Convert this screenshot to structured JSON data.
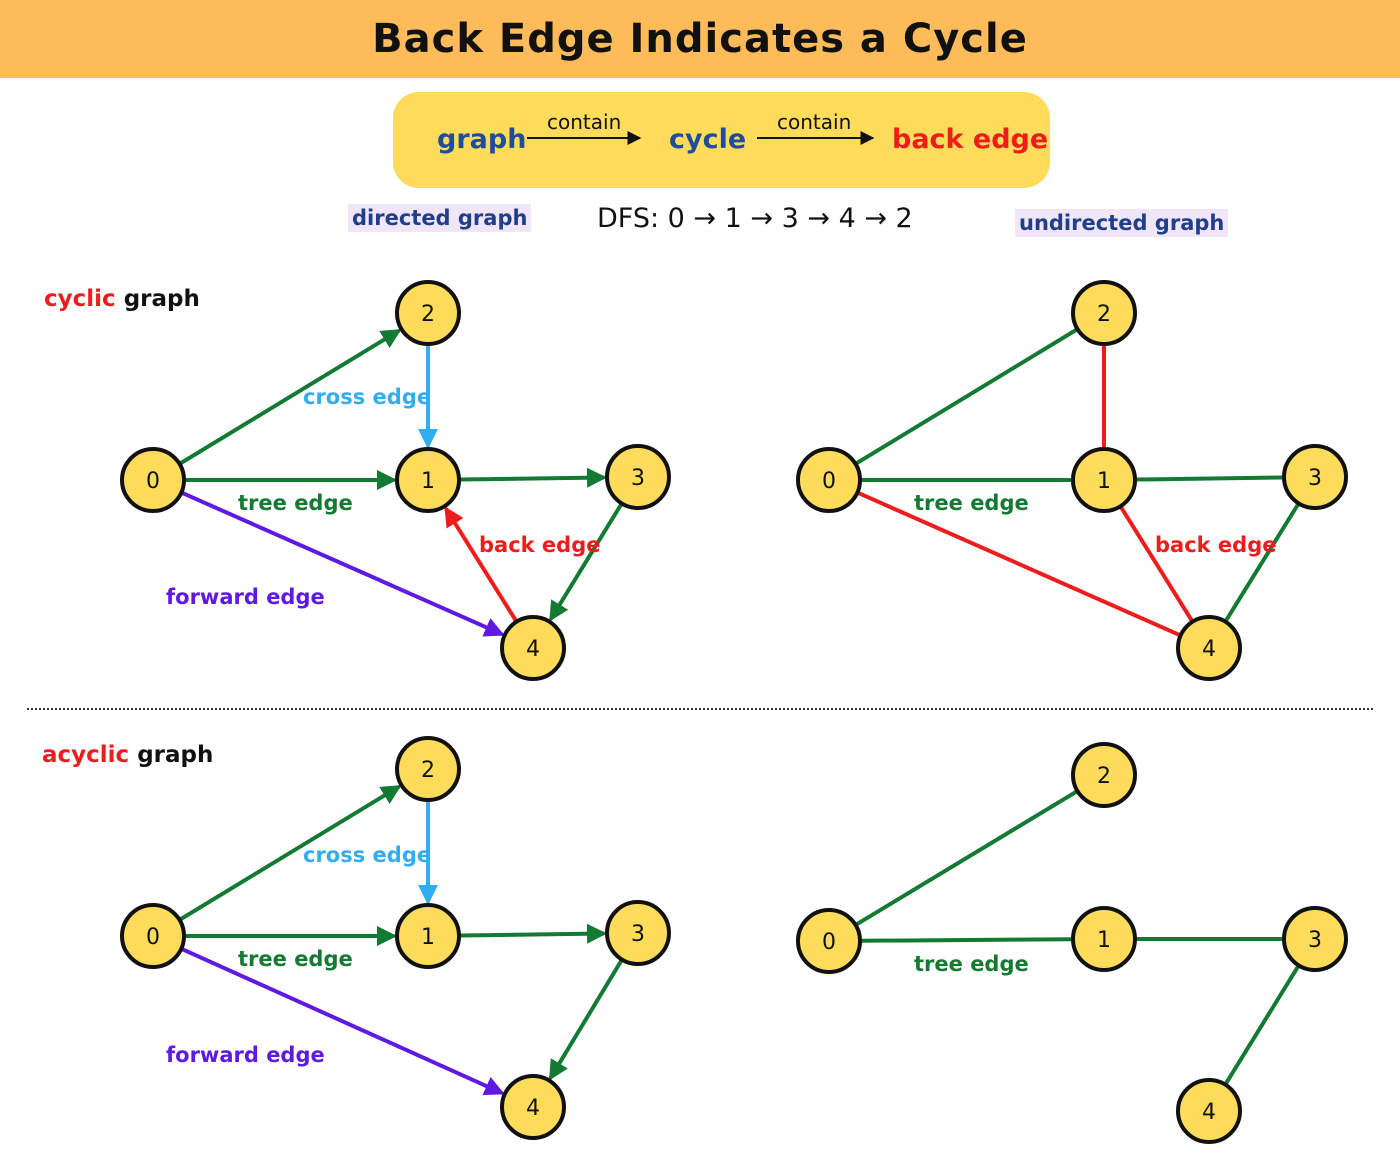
{
  "title": "Back Edge Indicates a Cycle",
  "legend": {
    "graph": "graph",
    "contain_1": "contain",
    "cycle": "cycle",
    "contain_2": "contain",
    "back_edge": "back edge"
  },
  "labels": {
    "directed_graph": "directed graph",
    "undirected_graph": "undirected graph",
    "dfs": "DFS: 0 → 1 → 3 → 4 → 2",
    "cyclic": "cyclic",
    "acyclic": "acyclic",
    "graph_word": "graph"
  },
  "colors": {
    "header_bg": "#FDBB5A",
    "legend_bg": "#FDDC5C",
    "node_fill": "#FDDC5C",
    "tree_edge": "#127A33",
    "back_edge": "#EE1C1C",
    "cross_edge": "#33ADEF",
    "forward_edge": "#6019E3",
    "text_blue": "#1F4C9C"
  },
  "edge_labels": {
    "tree_edge": "tree edge",
    "back_edge": "back edge",
    "cross_edge": "cross edge",
    "forward_edge": "forward edge"
  },
  "diagrams": [
    {
      "id": "directed-cyclic",
      "directed": true,
      "nodes": [
        "0",
        "1",
        "2",
        "3",
        "4"
      ],
      "edges": [
        {
          "from": "0",
          "to": "2",
          "type": "tree"
        },
        {
          "from": "0",
          "to": "1",
          "type": "tree"
        },
        {
          "from": "1",
          "to": "3",
          "type": "tree"
        },
        {
          "from": "3",
          "to": "4",
          "type": "tree"
        },
        {
          "from": "2",
          "to": "1",
          "type": "cross"
        },
        {
          "from": "4",
          "to": "1",
          "type": "back"
        },
        {
          "from": "0",
          "to": "4",
          "type": "forward"
        }
      ]
    },
    {
      "id": "undirected-cyclic",
      "directed": false,
      "nodes": [
        "0",
        "1",
        "2",
        "3",
        "4"
      ],
      "edges": [
        {
          "from": "0",
          "to": "2",
          "type": "tree"
        },
        {
          "from": "0",
          "to": "1",
          "type": "tree"
        },
        {
          "from": "1",
          "to": "3",
          "type": "tree"
        },
        {
          "from": "3",
          "to": "4",
          "type": "tree"
        },
        {
          "from": "2",
          "to": "1",
          "type": "back"
        },
        {
          "from": "1",
          "to": "4",
          "type": "back"
        },
        {
          "from": "0",
          "to": "4",
          "type": "back"
        }
      ]
    },
    {
      "id": "directed-acyclic",
      "directed": true,
      "nodes": [
        "0",
        "1",
        "2",
        "3",
        "4"
      ],
      "edges": [
        {
          "from": "0",
          "to": "2",
          "type": "tree"
        },
        {
          "from": "0",
          "to": "1",
          "type": "tree"
        },
        {
          "from": "1",
          "to": "3",
          "type": "tree"
        },
        {
          "from": "3",
          "to": "4",
          "type": "tree"
        },
        {
          "from": "2",
          "to": "1",
          "type": "cross"
        },
        {
          "from": "0",
          "to": "4",
          "type": "forward"
        }
      ]
    },
    {
      "id": "undirected-acyclic",
      "directed": false,
      "nodes": [
        "0",
        "1",
        "2",
        "3",
        "4"
      ],
      "edges": [
        {
          "from": "0",
          "to": "2",
          "type": "tree"
        },
        {
          "from": "0",
          "to": "1",
          "type": "tree"
        },
        {
          "from": "1",
          "to": "3",
          "type": "tree"
        },
        {
          "from": "3",
          "to": "4",
          "type": "tree"
        }
      ]
    }
  ]
}
